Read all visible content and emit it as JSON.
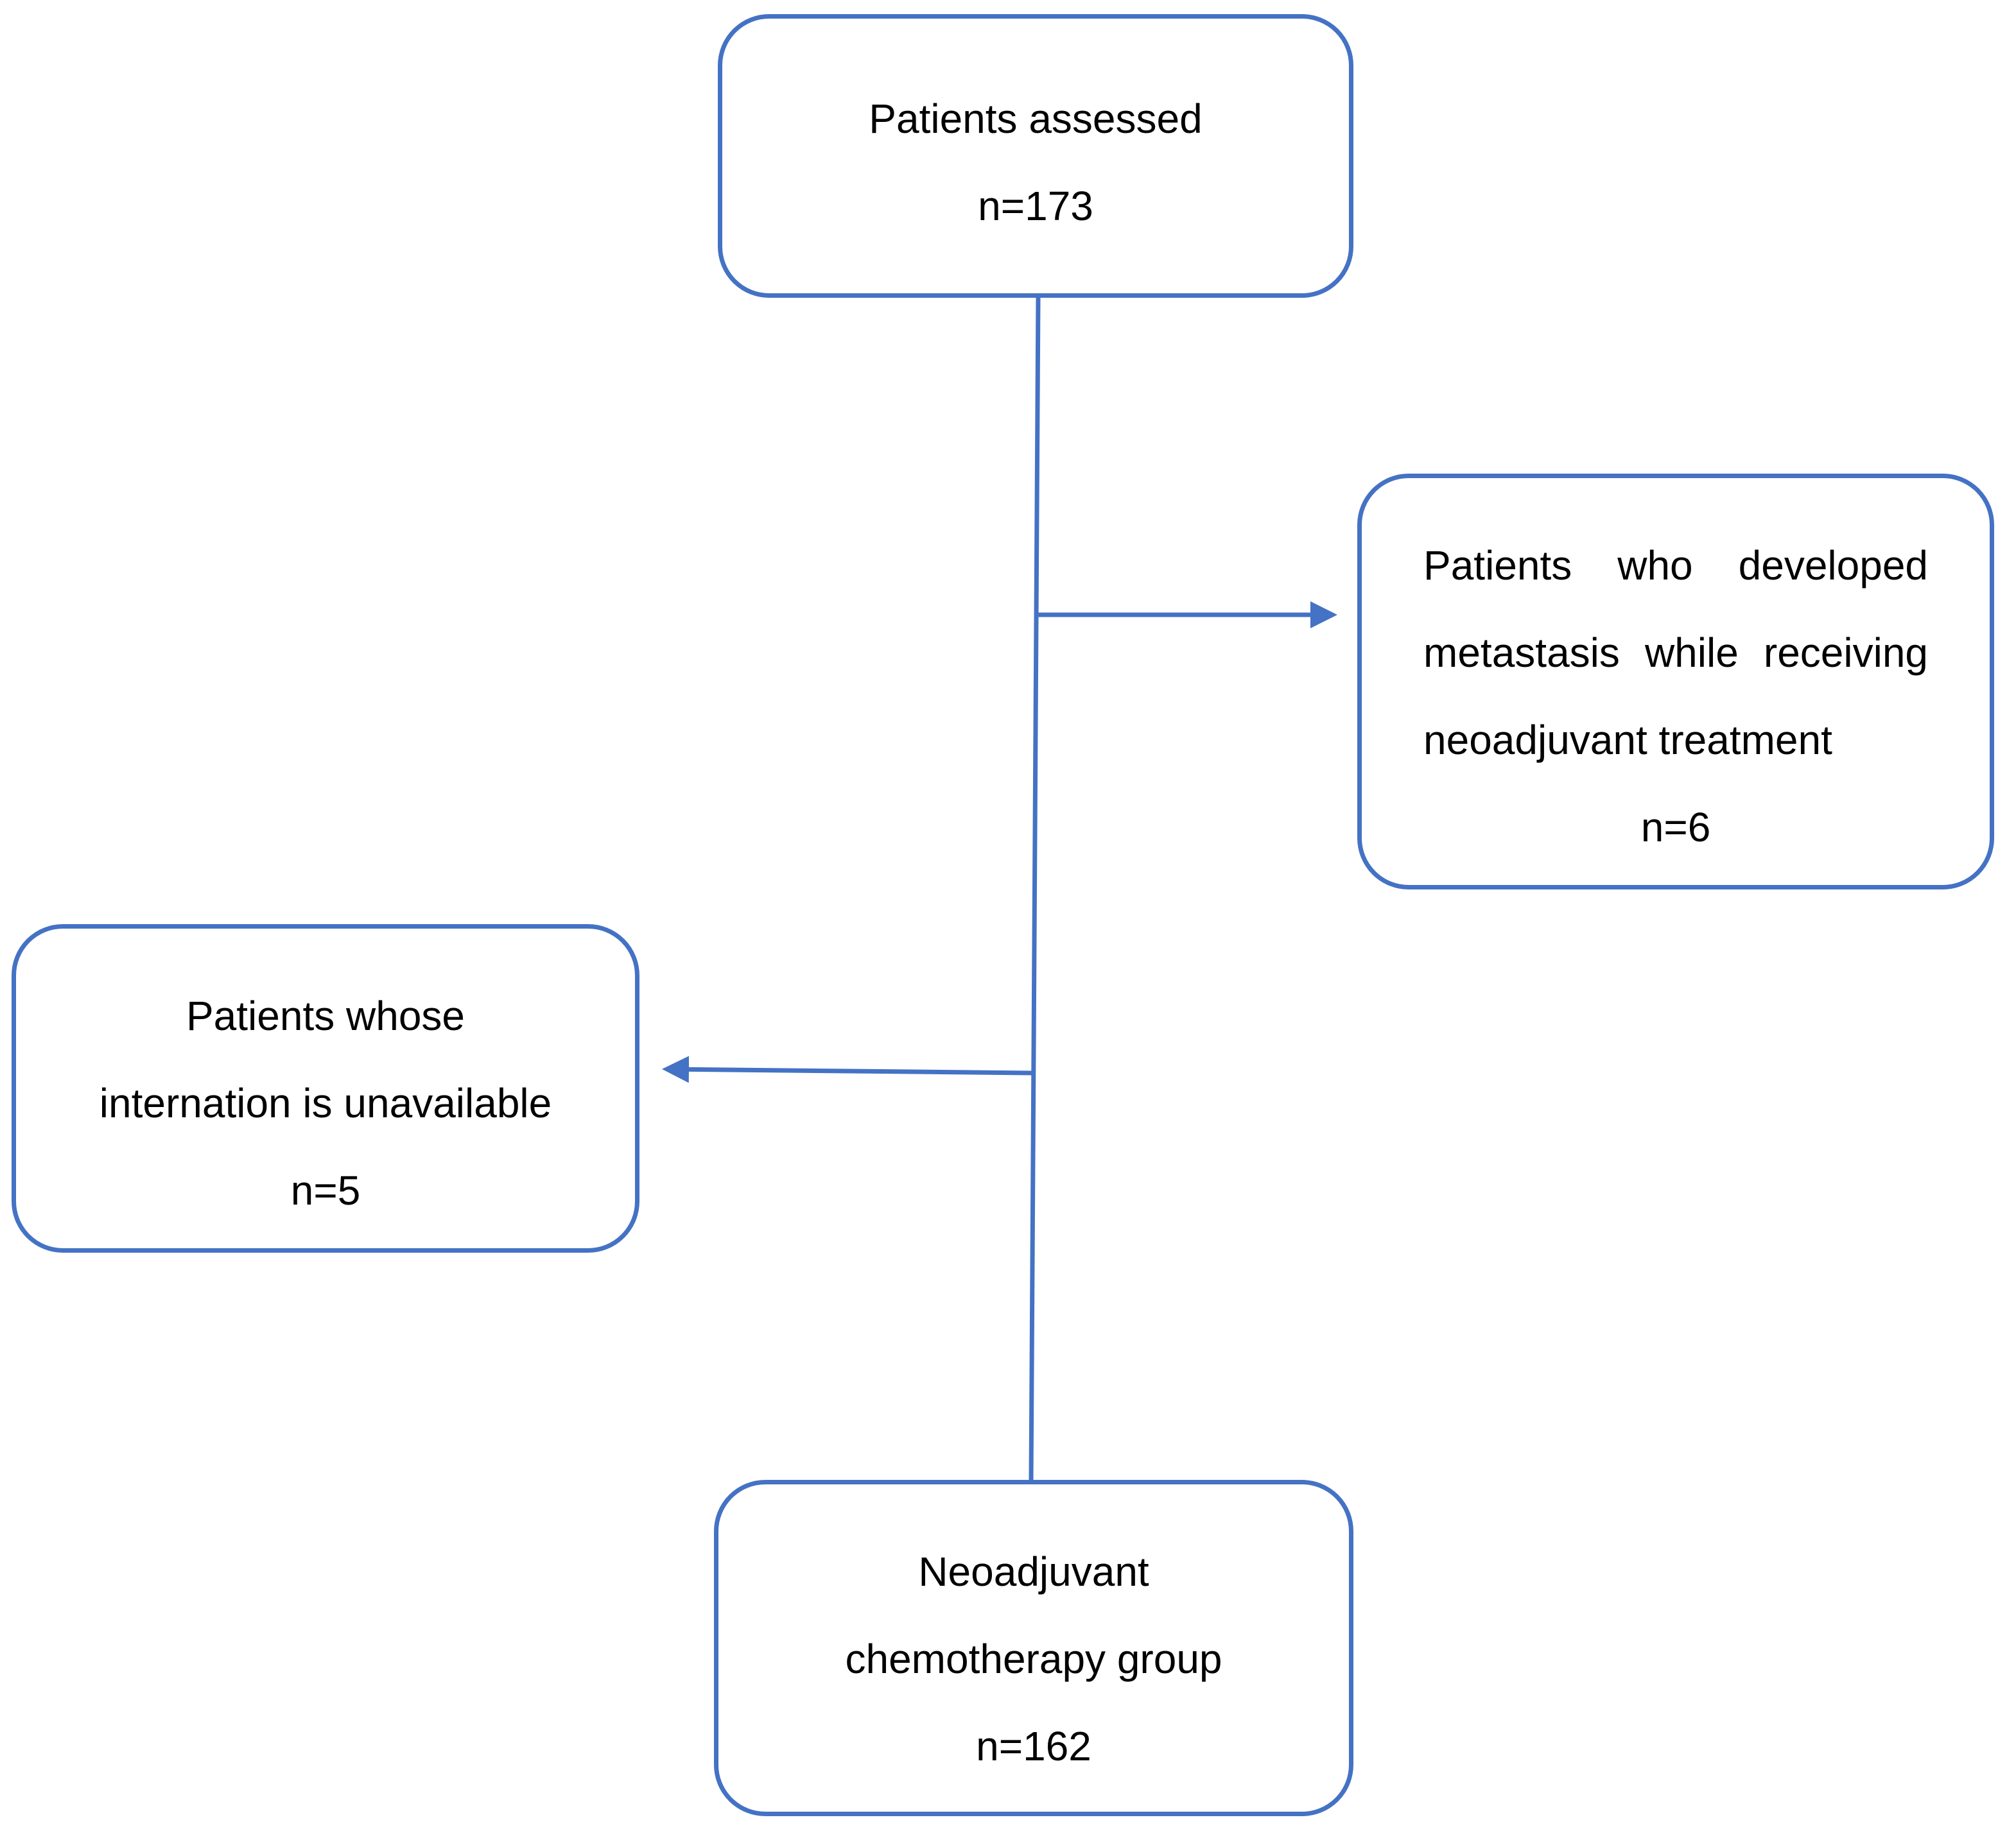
{
  "colors": {
    "stroke": "#4472c4",
    "text": "#000000",
    "background": "#ffffff"
  },
  "boxes": {
    "assessed": {
      "lines": [
        "Patients assessed",
        "n=173"
      ]
    },
    "metastasis": {
      "lines": [
        "Patients who developed",
        "metastasis while receiving",
        "neoadjuvant treatment",
        "n=6"
      ]
    },
    "unavailable": {
      "lines": [
        "Patients whose",
        "internation is unavailable",
        "n=5"
      ]
    },
    "chemotherapy": {
      "lines": [
        "Neoadjuvant",
        "chemotherapy group",
        "n=162"
      ]
    }
  }
}
